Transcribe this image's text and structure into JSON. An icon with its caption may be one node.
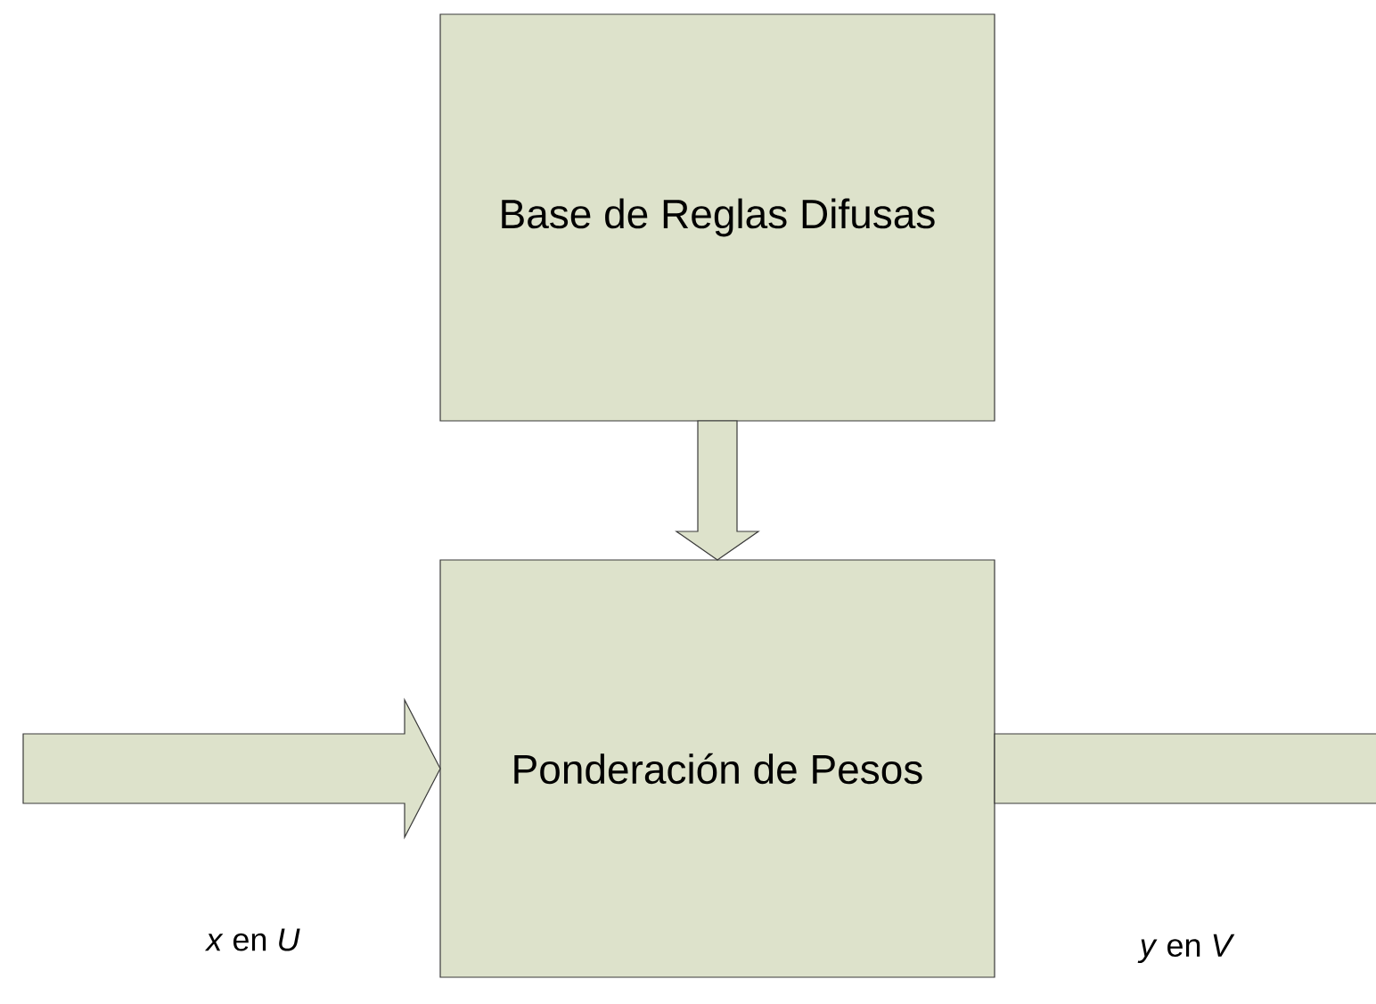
{
  "diagram": {
    "nodes": [
      {
        "text": [
          "Base de Reglas Difusas"
        ]
      },
      {
        "text": [
          "Ponderación de Pesos"
        ]
      }
    ],
    "edges": [
      {
        "from": 0,
        "to": 1,
        "arrow": "to"
      },
      {
        "from": null,
        "to": 1,
        "arrow": "to"
      },
      {
        "from": 1,
        "to": null,
        "arrow": "to"
      }
    ],
    "labels": [
      "*x* en *U*",
      "*y* en *V*"
    ]
  }
}
